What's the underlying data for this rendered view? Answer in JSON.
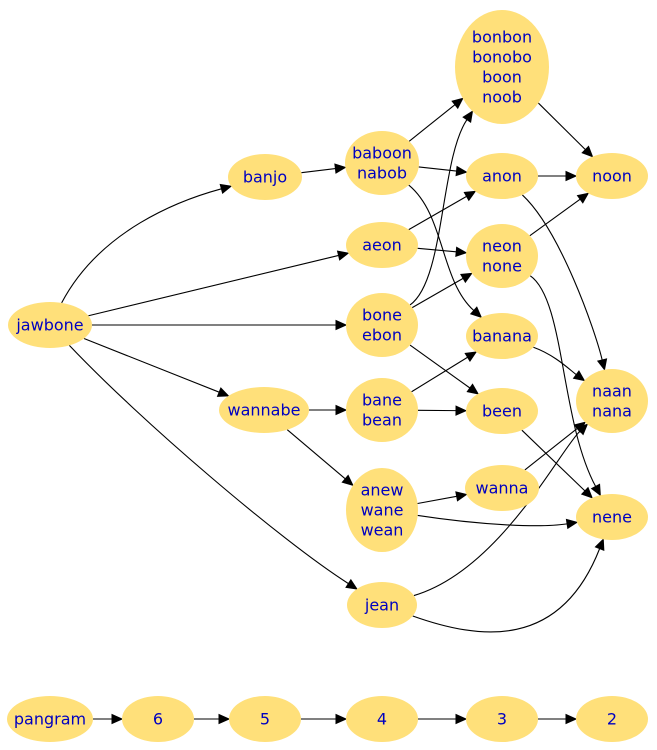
{
  "graph": {
    "nodes": {
      "jawbone": [
        "jawbone"
      ],
      "banjo": [
        "banjo"
      ],
      "wannabe": [
        "wannabe"
      ],
      "baboon": [
        "baboon",
        "nabob"
      ],
      "aeon": [
        "aeon"
      ],
      "bone": [
        "bone",
        "ebon"
      ],
      "bane": [
        "bane",
        "bean"
      ],
      "anew": [
        "anew",
        "wane",
        "wean"
      ],
      "jean": [
        "jean"
      ],
      "bonbon": [
        "bonbon",
        "bonobo",
        "boon",
        "noob"
      ],
      "anon": [
        "anon"
      ],
      "neon": [
        "neon",
        "none"
      ],
      "banana": [
        "banana"
      ],
      "been": [
        "been"
      ],
      "wanna": [
        "wanna"
      ],
      "noon": [
        "noon"
      ],
      "naan": [
        "naan",
        "nana"
      ],
      "nene": [
        "nene"
      ]
    },
    "edges": [
      [
        "jawbone",
        "banjo"
      ],
      [
        "jawbone",
        "aeon"
      ],
      [
        "jawbone",
        "bone"
      ],
      [
        "jawbone",
        "wannabe"
      ],
      [
        "jawbone",
        "jean"
      ],
      [
        "banjo",
        "baboon"
      ],
      [
        "baboon",
        "bonbon"
      ],
      [
        "baboon",
        "anon"
      ],
      [
        "baboon",
        "banana"
      ],
      [
        "aeon",
        "anon"
      ],
      [
        "aeon",
        "neon"
      ],
      [
        "bone",
        "bonbon"
      ],
      [
        "bone",
        "neon"
      ],
      [
        "bone",
        "been"
      ],
      [
        "wannabe",
        "bane"
      ],
      [
        "wannabe",
        "anew"
      ],
      [
        "bane",
        "banana"
      ],
      [
        "bane",
        "been"
      ],
      [
        "anew",
        "wanna"
      ],
      [
        "anew",
        "nene"
      ],
      [
        "jean",
        "naan"
      ],
      [
        "jean",
        "nene"
      ],
      [
        "bonbon",
        "noon"
      ],
      [
        "anon",
        "noon"
      ],
      [
        "anon",
        "naan"
      ],
      [
        "neon",
        "noon"
      ],
      [
        "neon",
        "nene"
      ],
      [
        "banana",
        "naan"
      ],
      [
        "been",
        "nene"
      ],
      [
        "wanna",
        "naan"
      ]
    ]
  },
  "legend": {
    "nodes": {
      "pangram": [
        "pangram"
      ],
      "l6": [
        "6"
      ],
      "l5": [
        "5"
      ],
      "l4": [
        "4"
      ],
      "l3": [
        "3"
      ],
      "l2": [
        "2"
      ]
    },
    "edges": [
      [
        "pangram",
        "l6"
      ],
      [
        "l6",
        "l5"
      ],
      [
        "l5",
        "l4"
      ],
      [
        "l4",
        "l3"
      ],
      [
        "l3",
        "l2"
      ]
    ]
  }
}
